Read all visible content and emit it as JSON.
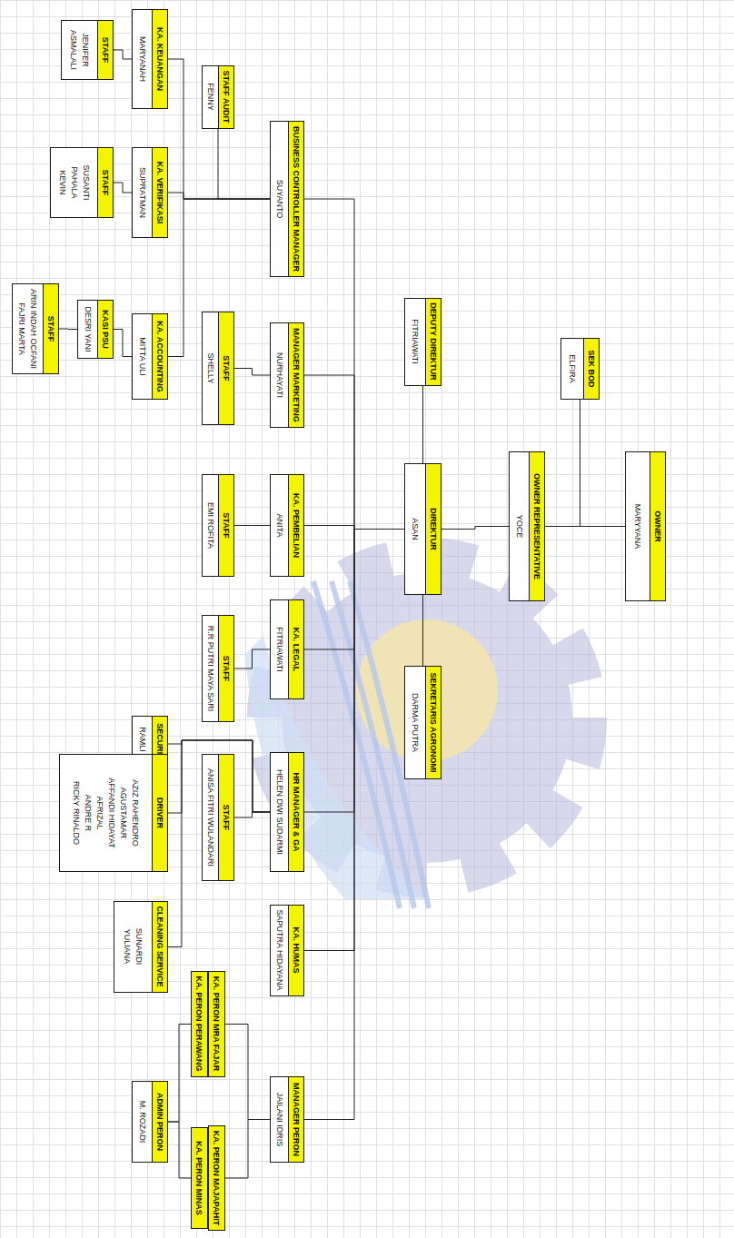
{
  "diagram": {
    "nodes": [
      {
        "text": [
          "OWNER",
          "MARYYANA"
        ]
      },
      {
        "text": [
          "SEK BOD",
          "ELFIRA"
        ]
      },
      {
        "text": [
          "OWNER REPRESENTATIVE",
          "YOCE"
        ]
      },
      {
        "text": [
          "DEPUTY DIREKTUR",
          "FITRIAWATI"
        ]
      },
      {
        "text": [
          "DIREKTUR",
          "ASAN"
        ]
      },
      {
        "text": [
          "SEKRETARIS AGRONOMI",
          "DARMA PUTRA"
        ]
      },
      {
        "text": [
          "BUSINESS CONTROLLER MANAGER",
          "SUYANTO"
        ]
      },
      {
        "text": [
          "MANAGER MARKETING",
          "NURHAYATI"
        ]
      },
      {
        "text": [
          "KA. PEMBELIAN",
          "ANITA"
        ]
      },
      {
        "text": [
          "KA. LEGAL",
          "FITRIAWATI"
        ]
      },
      {
        "text": [
          "HR MANAGER & GA",
          "HELEN DWI SUDARMI"
        ]
      },
      {
        "text": [
          "KA. HUMAS",
          "SAPUTRA HIDAYANA"
        ]
      },
      {
        "text": [
          "MANAGER PERON",
          "JAILANI IDRIS"
        ]
      },
      {
        "text": [
          "STAFF AUDIT",
          "FENNY"
        ]
      },
      {
        "text": [
          "STAFF",
          "SHELLY"
        ]
      },
      {
        "text": [
          "STAFF",
          "EMI ROFITA"
        ]
      },
      {
        "text": [
          "STAFF",
          "R.R PUTRI MAYA SARI"
        ]
      },
      {
        "text": [
          "STAFF",
          "ANISA FITRI WULANDARI"
        ]
      },
      {
        "text": [
          "KA. PERON MRA FAJAR"
        ]
      },
      {
        "text": [
          "KA. PERON PERAWANG"
        ]
      },
      {
        "text": [
          "KA. PERON MAJAPAHIT"
        ]
      },
      {
        "text": [
          "KA. PERON MINAS"
        ]
      },
      {
        "text": [
          "KA. KEUANGAN",
          "MARYANAH"
        ]
      },
      {
        "text": [
          "KA. VERIFIKASI",
          "SUPRATMAN"
        ]
      },
      {
        "text": [
          "KA. ACCOUNTING",
          "MITTA ULI"
        ]
      },
      {
        "text": [
          "SECURITY",
          "RAMLI M"
        ]
      },
      {
        "text": [
          "DRIVER",
          "AZIZ RAHENDRO",
          "AGUSTAMAR",
          "AFFANDI HIDAYAT",
          "AFRIZAL",
          "ANDRE R",
          "RICKY RINALDO"
        ]
      },
      {
        "text": [
          "CLEANING SERVICE",
          "SUNARDI",
          "YULIANA"
        ]
      },
      {
        "text": [
          "ADMIN PERON",
          "M. ROZADI"
        ]
      },
      {
        "text": [
          "STAFF",
          "JENIFER",
          "ASMALALI"
        ]
      },
      {
        "text": [
          "STAFF",
          "SUSANTI",
          "PAHALA",
          "KEVIN"
        ]
      },
      {
        "text": [
          "KASI PSU",
          "DESRI YANI"
        ]
      },
      {
        "text": [
          "STAFF",
          "ARIN INDAH OCFANI",
          "FAJRI MARTA"
        ]
      }
    ],
    "edges": [
      {
        "from": 0,
        "to": 1,
        "arrow": "none"
      },
      {
        "from": 0,
        "to": 2,
        "arrow": "none"
      },
      {
        "from": 2,
        "to": 4,
        "arrow": "none"
      },
      {
        "from": 4,
        "to": 3,
        "arrow": "none"
      },
      {
        "from": 4,
        "to": 5,
        "arrow": "none"
      },
      {
        "from": 4,
        "to": 6,
        "arrow": "none"
      },
      {
        "from": 4,
        "to": 7,
        "arrow": "none"
      },
      {
        "from": 4,
        "to": 8,
        "arrow": "none"
      },
      {
        "from": 4,
        "to": 9,
        "arrow": "none"
      },
      {
        "from": 4,
        "to": 10,
        "arrow": "none"
      },
      {
        "from": 4,
        "to": 11,
        "arrow": "none"
      },
      {
        "from": 4,
        "to": 12,
        "arrow": "none"
      },
      {
        "from": 6,
        "to": 13,
        "arrow": "none"
      },
      {
        "from": 6,
        "to": 22,
        "arrow": "none"
      },
      {
        "from": 6,
        "to": 23,
        "arrow": "none"
      },
      {
        "from": 6,
        "to": 24,
        "arrow": "none"
      },
      {
        "from": 7,
        "to": 14,
        "arrow": "none"
      },
      {
        "from": 8,
        "to": 15,
        "arrow": "none"
      },
      {
        "from": 9,
        "to": 16,
        "arrow": "none"
      },
      {
        "from": 10,
        "to": 17,
        "arrow": "none"
      },
      {
        "from": 10,
        "to": 25,
        "arrow": "none"
      },
      {
        "from": 10,
        "to": 26,
        "arrow": "none"
      },
      {
        "from": 10,
        "to": 27,
        "arrow": "none"
      },
      {
        "from": 12,
        "to": 18,
        "arrow": "none"
      },
      {
        "from": 12,
        "to": 20,
        "arrow": "none"
      },
      {
        "from": 19,
        "to": 28,
        "arrow": "none"
      },
      {
        "from": 21,
        "to": 28,
        "arrow": "none"
      },
      {
        "from": 22,
        "to": 29,
        "arrow": "none"
      },
      {
        "from": 23,
        "to": 30,
        "arrow": "none"
      },
      {
        "from": 24,
        "to": 31,
        "arrow": "none"
      },
      {
        "from": 31,
        "to": 32,
        "arrow": "none"
      }
    ]
  }
}
